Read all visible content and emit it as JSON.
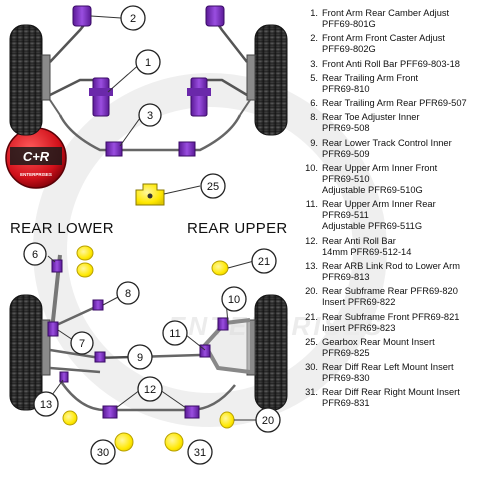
{
  "brand": {
    "logo_text": "C+R",
    "logo_subtext": "ENTERPRISES",
    "watermark_text": "ENTERPRISES",
    "colors": {
      "purple": "#7b2fc0",
      "yellow": "#ffe800",
      "tyre": "#2b2b2b",
      "logo_red": "#d0101a",
      "frame": "#777777",
      "watermark": "#e9e9e9"
    }
  },
  "sections": {
    "rear_lower": "REAR LOWER",
    "rear_upper": "REAR UPPER"
  },
  "callouts": [
    "2",
    "1",
    "3",
    "25",
    "6",
    "21",
    "8",
    "10",
    "7",
    "11",
    "9",
    "12",
    "13",
    "20",
    "30",
    "31"
  ],
  "parts": [
    {
      "num": "1.",
      "lines": [
        "Front Arm Rear Camber Adjust",
        "PFF69-801G"
      ]
    },
    {
      "num": "2.",
      "lines": [
        "Front Arm Front Caster Adjust",
        "PFF69-802G"
      ]
    },
    {
      "num": "3.",
      "lines": [
        "Front Anti Roll Bar PFF69-803-18"
      ]
    },
    {
      "num": "5.",
      "lines": [
        "Rear Trailing Arm Front",
        "PFR69-810"
      ]
    },
    {
      "num": "6.",
      "lines": [
        "Rear Trailing Arm Rear PFR69-507"
      ]
    },
    {
      "num": "8.",
      "lines": [
        "Rear Toe Adjuster Inner",
        "PFR69-508"
      ]
    },
    {
      "num": "9.",
      "lines": [
        "Rear Lower Track Control Inner",
        "PFR69-509"
      ]
    },
    {
      "num": "10.",
      "lines": [
        "Rear Upper Arm Inner Front",
        "PFR69-510",
        "Adjustable PFR69-510G"
      ]
    },
    {
      "num": "11.",
      "lines": [
        "Rear Upper Arm Inner Rear",
        "PFR69-511",
        "Adjustable PFR69-511G"
      ]
    },
    {
      "num": "12.",
      "lines": [
        "Rear Anti Roll Bar",
        "14mm PFR69-512-14"
      ]
    },
    {
      "num": "13.",
      "lines": [
        "Rear ARB Link Rod to Lower Arm",
        "PFR69-813"
      ]
    },
    {
      "num": "20.",
      "lines": [
        "Rear Subframe Rear PFR69-820",
        "Insert PFR69-822"
      ]
    },
    {
      "num": "21.",
      "lines": [
        "Rear Subframe Front PFR69-821",
        "Insert PFR69-823"
      ]
    },
    {
      "num": "25.",
      "lines": [
        "Gearbox Rear Mount Insert",
        "PFR69-825"
      ]
    },
    {
      "num": "30.",
      "lines": [
        "Rear Diff Rear Left Mount Insert",
        "PFR69-830"
      ]
    },
    {
      "num": "31.",
      "lines": [
        "Rear Diff Rear Right Mount Insert",
        "PFR69-831"
      ]
    }
  ]
}
